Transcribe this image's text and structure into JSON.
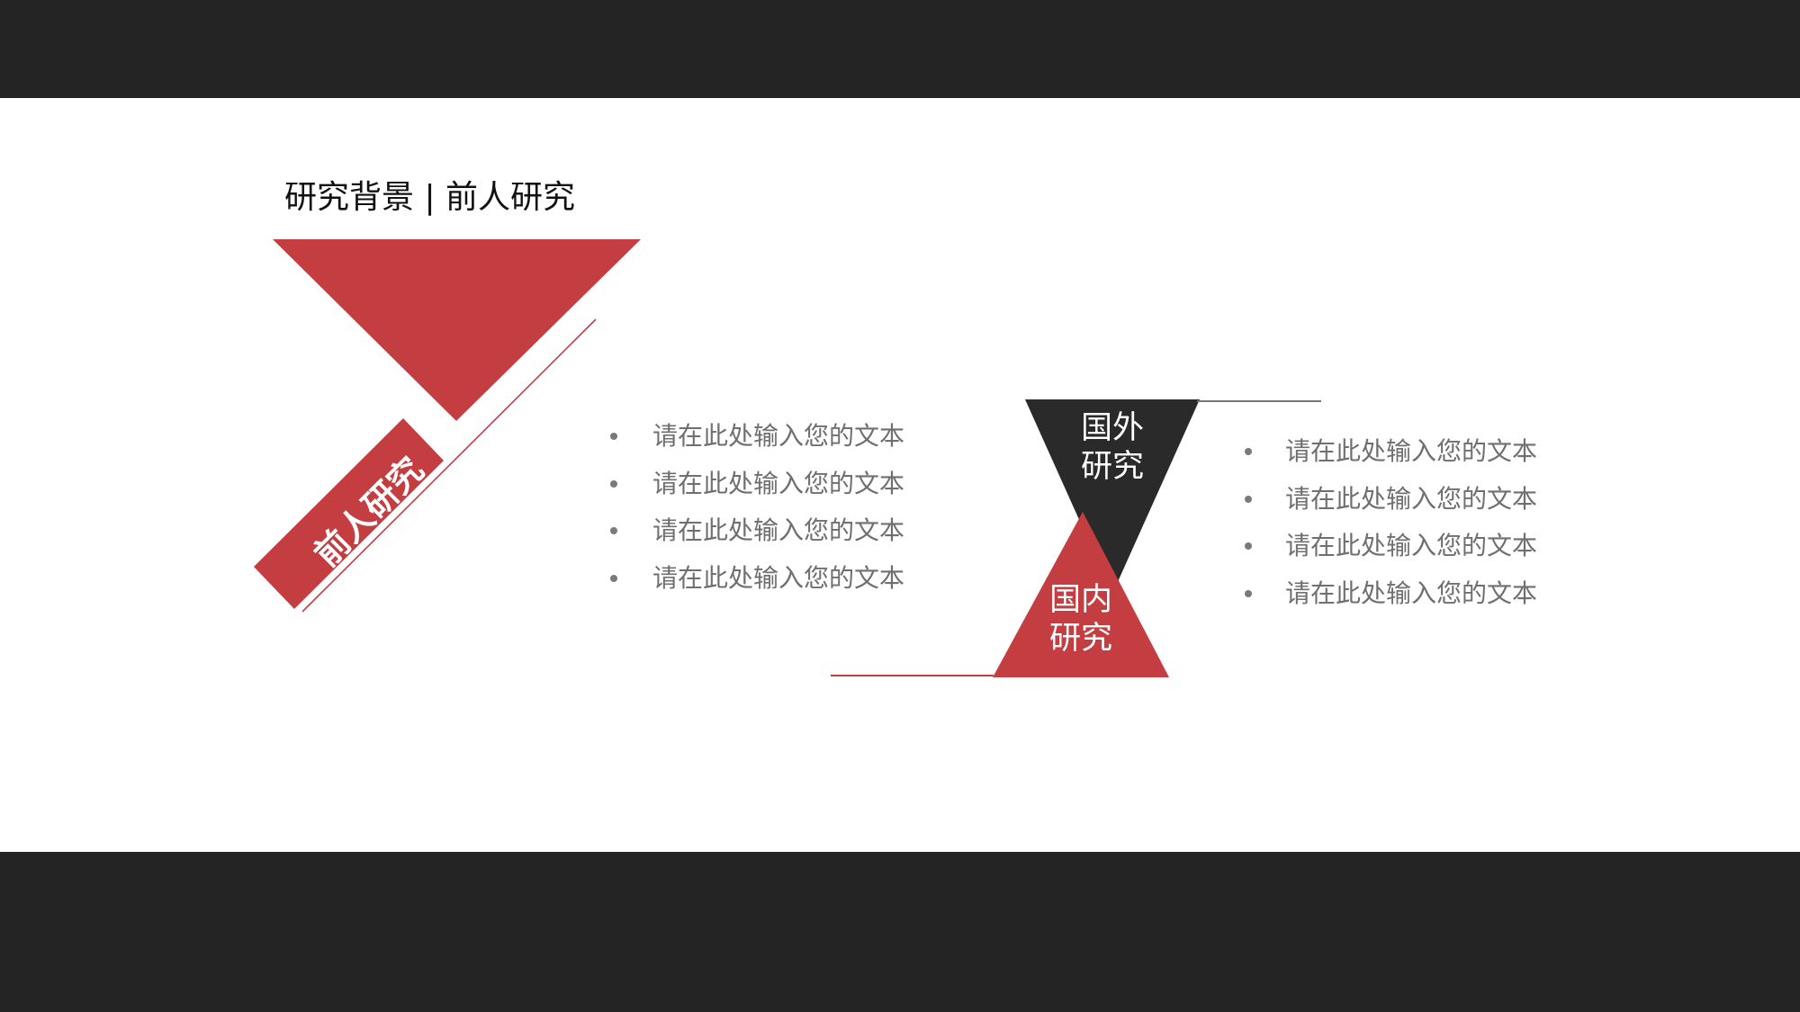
{
  "slide": {
    "title": "研究背景 | 前人研究",
    "section_label": "前人研究",
    "colors": {
      "accent_red": "#c43d41",
      "dark": "#2a2a2a",
      "bar": "#242424",
      "text_gray": "#6f6f6f"
    }
  },
  "left_list": {
    "items": [
      {
        "text": "请在此处输入您的文本"
      },
      {
        "text": "请在此处输入您的文本"
      },
      {
        "text": "请在此处输入您的文本"
      },
      {
        "text": "请在此处输入您的文本"
      }
    ]
  },
  "hourglass": {
    "foreign": {
      "line1": "国外",
      "line2": "研究"
    },
    "domestic": {
      "line1": "国内",
      "line2": "研究"
    }
  },
  "right_list": {
    "items": [
      {
        "text": "请在此处输入您的文本"
      },
      {
        "text": "请在此处输入您的文本"
      },
      {
        "text": "请在此处输入您的文本"
      },
      {
        "text": "请在此处输入您的文本"
      }
    ]
  }
}
